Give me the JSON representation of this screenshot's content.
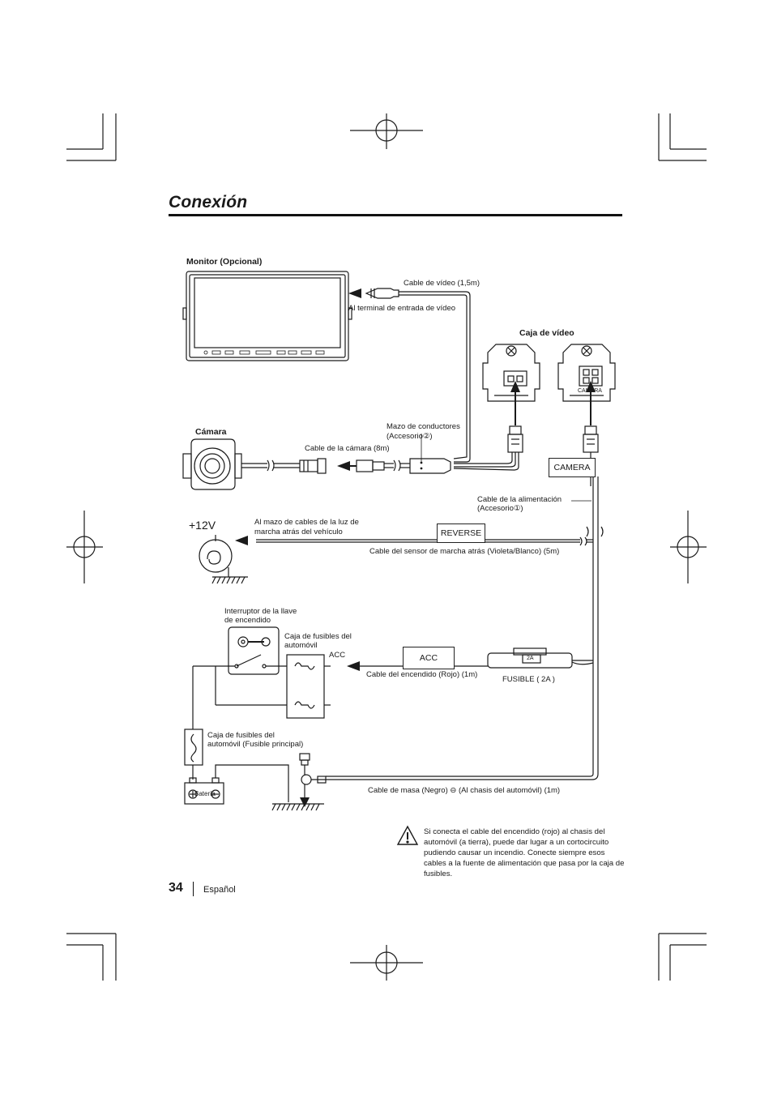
{
  "page": {
    "title": "Conexión",
    "page_number": "34",
    "language": "Español"
  },
  "labels": {
    "monitor": "Monitor (Opcional)",
    "video_cable": "Cable de vídeo (1,5m)",
    "video_input": "Al terminal de entrada de vídeo",
    "video_box": "Caja de vídeo",
    "camera_port": "CAMERA",
    "camera": "Cámara",
    "harness_line1": "Mazo de conductores",
    "harness_line2": "(Accesorio②)",
    "camera_cable": "Cable de la cámara (8m)",
    "camera_box": "CAMERA",
    "power_cable_line1": "Cable de la alimentación",
    "power_cable_line2": "(Accesorio①)",
    "plus12v": "+12V",
    "reverse_line1": "Al mazo de cables de la luz de",
    "reverse_line2": "marcha atrás del vehículo",
    "reverse_box": "REVERSE",
    "reverse_cable": "Cable del sensor de marcha atrás (Violeta/Blanco) (5m)",
    "ignition_line1": "Interruptor de la llave",
    "ignition_line2": "de encendido",
    "car_fuse_line1": "Caja de fusibles del",
    "car_fuse_line2": "automóvil",
    "acc_small": "ACC",
    "acc_box": "ACC",
    "ignition_cable": "Cable del encendido (Rojo) (1m)",
    "fuse_value": "2A",
    "fuse_label": "FUSIBLE ( 2A )",
    "main_fuse_line1": "Caja de fusibles del",
    "main_fuse_line2": "automóvil (Fusible principal)",
    "battery": "Batería",
    "ground_cable": "Cable de masa (Negro) ⊖ (Al chasis del automóvil) (1m)"
  },
  "warning": {
    "text": "Si conecta el cable del encendido (rojo) al chasis del automóvil (a tierra), puede dar lugar a un cortocircuito pudiendo causar un incendio. Conecte siempre esos cables a la fuente de alimentación que pasa por la caja de fusibles."
  },
  "icons": [
    "registration-mark-icon",
    "warning-triangle-icon",
    "key-icon",
    "fuse-icon",
    "ground-icon",
    "battery-icon"
  ]
}
